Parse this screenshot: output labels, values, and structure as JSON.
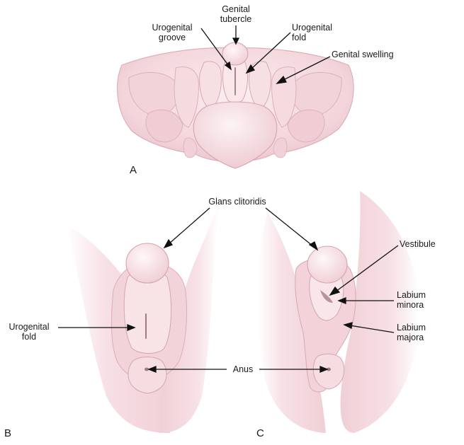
{
  "colors": {
    "tissue_light": "#fbeef0",
    "tissue_mid": "#f3d6dc",
    "tissue_dark": "#e6bfc7",
    "outline": "#d9aab4",
    "groove": "#9c7d86",
    "leader": "#111111"
  },
  "panel_a": {
    "letter": "A",
    "labels": {
      "genital_tubercle": [
        "Genital",
        "tubercle"
      ],
      "urogenital_groove": [
        "Urogenital",
        "groove"
      ],
      "urogenital_fold": [
        "Urogenital",
        "fold"
      ],
      "genital_swelling": "Genital swelling"
    }
  },
  "panel_b": {
    "letter": "B",
    "labels": {
      "urogenital_fold": [
        "Urogenital",
        "fold"
      ]
    }
  },
  "panel_c": {
    "letter": "C",
    "labels": {
      "vestibule": "Vestibule",
      "labium_minora": [
        "Labium",
        "minora"
      ],
      "labium_majora": [
        "Labium",
        "majora"
      ]
    }
  },
  "shared_labels": {
    "glans_clitoridis": "Glans clitoridis",
    "anus": "Anus"
  }
}
